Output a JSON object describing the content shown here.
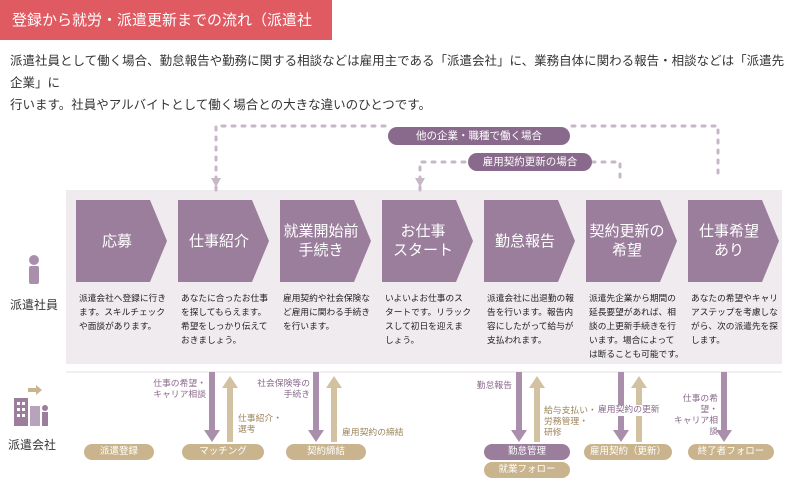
{
  "header": {
    "title": "登録から就労・派遣更新までの流れ（派遣社員）",
    "intro_line1": "派遣社員として働く場合、勤怠報告や勤務に関する相談などは雇用主である「派遣会社」に、業務自体に関わる報告・相談などは「派遣先企業」に",
    "intro_line2": "行います。社員やアルバイトとして働く場合との大きな違いのひとつです。"
  },
  "loops": {
    "other_company": "他の企業・職種で働く場合",
    "renewal": "雇用契約更新の場合"
  },
  "roles": {
    "staff": "派遣社員",
    "agency": "派遣会社"
  },
  "steps": [
    {
      "title_line1": "応募",
      "title_line2": "",
      "desc": [
        "派遣会社へ登録に行き",
        "ます。スキルチェック",
        "や面談があります。"
      ]
    },
    {
      "title_line1": "仕事紹介",
      "title_line2": "",
      "desc": [
        "あなたに合ったお仕事",
        "を探してもらえます。",
        "希望をしっかり伝えて",
        "おきましょう。"
      ]
    },
    {
      "title_line1": "就業開始前",
      "title_line2": "手続き",
      "desc": [
        "雇用契約や社会保険な",
        "ど雇用に関わる手続き",
        "を行います。"
      ]
    },
    {
      "title_line1": "お仕事",
      "title_line2": "スタート",
      "desc": [
        "いよいよお仕事のス",
        "タートです。リラック",
        "スして初日を迎えま",
        "しょう。"
      ]
    },
    {
      "title_line1": "勤怠報告",
      "title_line2": "",
      "desc": [
        "派遣会社に出退勤の報",
        "告を行います。報告内",
        "容にしたがって給与が",
        "支払われます。"
      ]
    },
    {
      "title_line1": "契約更新の",
      "title_line2": "希望",
      "desc": [
        "派遣先企業から期間の",
        "延長要望があれば、相",
        "談の上更新手続きを行",
        "います。場合によって",
        "は断ることも可能です。"
      ]
    },
    {
      "title_line1": "仕事希望",
      "title_line2": "あり",
      "desc": [
        "あなたの希望やキャリ",
        "アステップを考慮しな",
        "がら、次の派遣先を探",
        "します。"
      ]
    }
  ],
  "flow_labels": {
    "career_consult_1": [
      "仕事の希望・",
      "キャリア相談"
    ],
    "job_intro": [
      "仕事紹介・",
      "選考"
    ],
    "social_insurance": [
      "社会保険等の",
      "手続き"
    ],
    "employment_contract": "雇用契約の締結",
    "attendance": "勤怠報告",
    "payroll": [
      "給与支払い・",
      "労務管理・",
      "研修"
    ],
    "contract_renewal": "雇用契約の更新",
    "career_consult_2": [
      "仕事の希望・",
      "キャリア相談"
    ]
  },
  "bottom_pills": {
    "registration": "派遣登録",
    "matching": "マッチング",
    "contract": "契約締結",
    "attendance_mgmt": "勤怠管理",
    "follow": "就業フォロー",
    "renewal": "雇用契約（更新）",
    "end_follow": "終了者フォロー"
  },
  "colors": {
    "title_bg": "#e05a62",
    "step_purple": "#9a7e9c",
    "band": "#f0ebee",
    "arrow_purple": "#a98fab",
    "arrow_tan": "#d3c2a2",
    "pill_tan": "#c9b48e"
  }
}
